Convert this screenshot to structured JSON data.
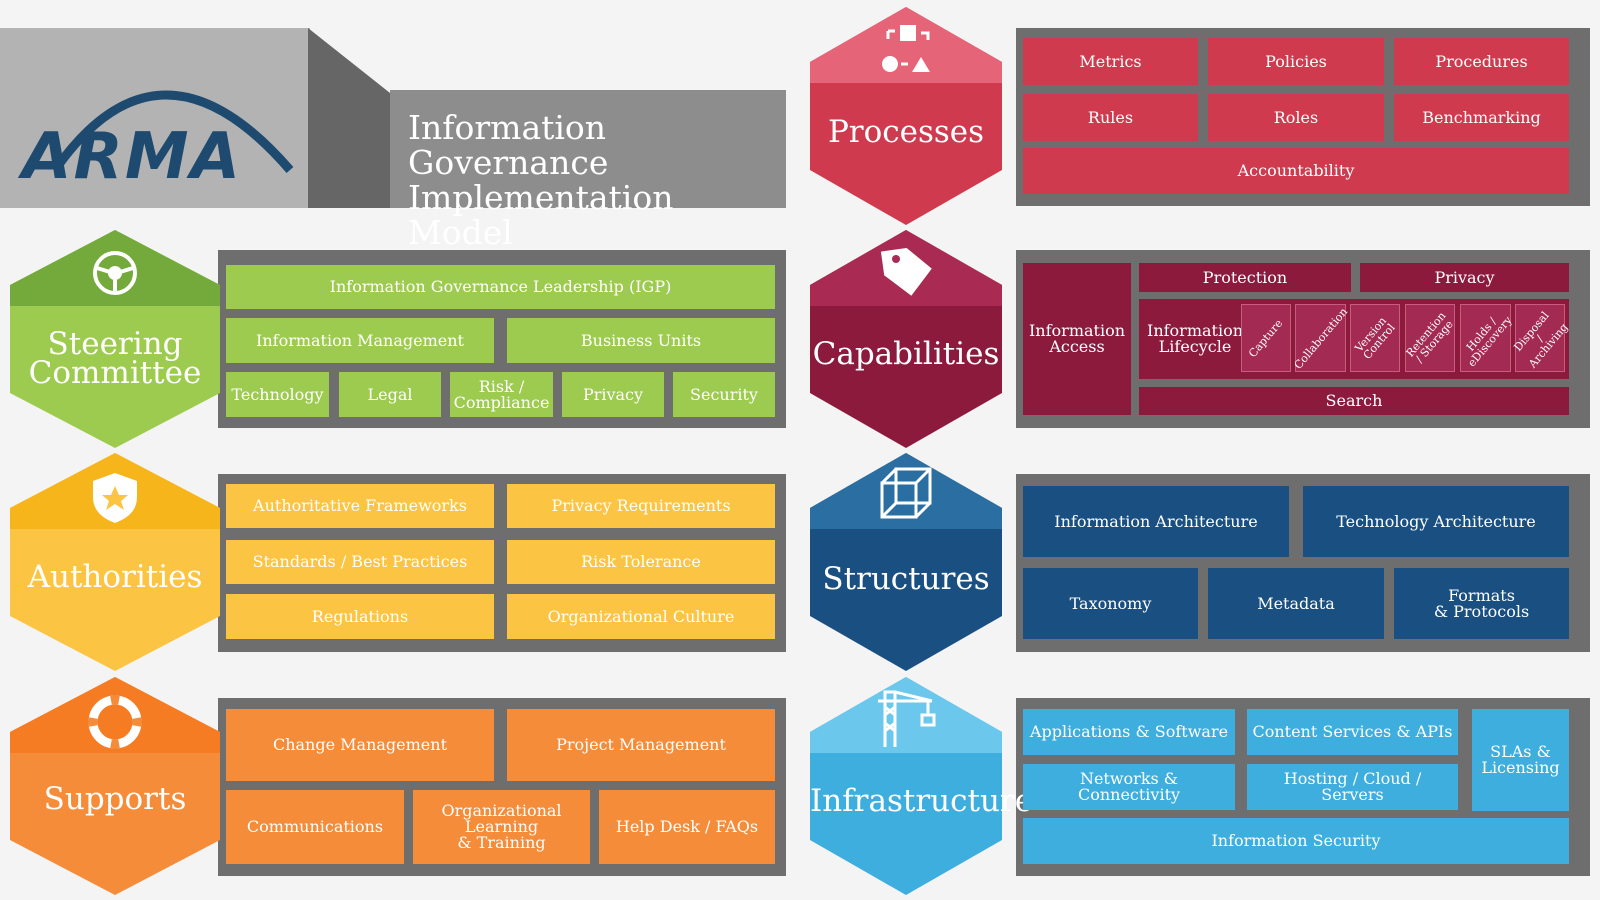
{
  "colors": {
    "green": "#9dcb4f",
    "green_dark": "#74a93b",
    "yellow": "#fcc443",
    "yellow_dark": "#f7b51c",
    "orange": "#f48c3a",
    "orange_dark": "#f57c22",
    "red": "#cf3a4e",
    "red_dark": "#e56477",
    "maroon": "#8b1a3c",
    "maroon_dark": "#a92a53",
    "navy": "#1a4f82",
    "navy_dark": "#2b6fa2",
    "cyan": "#3eaede",
    "cyan_dark": "#6bc8ec",
    "band": "#6e6e6e",
    "logo": "#1f4a70"
  },
  "header": {
    "logo_text": "ARMA",
    "title": "Information Governance\nImplementation Model"
  },
  "steering": {
    "title": "Steering\nCommittee",
    "icon": "steering-wheel-icon",
    "items": [
      "Information Governance Leadership (IGP)",
      "Information Management",
      "Business Units",
      "Technology",
      "Legal",
      "Risk /\nCompliance",
      "Privacy",
      "Security"
    ]
  },
  "authorities": {
    "title": "Authorities",
    "icon": "shield-star-icon",
    "items": [
      "Authoritative Frameworks",
      "Privacy Requirements",
      "Standards / Best Practices",
      "Risk Tolerance",
      "Regulations",
      "Organizational Culture"
    ]
  },
  "supports": {
    "title": "Supports",
    "icon": "lifebuoy-icon",
    "items": [
      "Change Management",
      "Project Management",
      "Communications",
      "Organizational\nLearning\n& Training",
      "Help Desk / FAQs"
    ]
  },
  "processes": {
    "title": "Processes",
    "icon": "process-shapes-icon",
    "items": [
      "Metrics",
      "Policies",
      "Procedures",
      "Rules",
      "Roles",
      "Benchmarking",
      "Accountability"
    ]
  },
  "capabilities": {
    "title": "Capabilities",
    "icon": "tag-icon",
    "items": [
      "Information\nAccess",
      "Protection",
      "Privacy",
      "Information\nLifecycle",
      "Search"
    ],
    "lifecycle": [
      "Capture",
      "Collaboration",
      "Version\nControl",
      "Retention\n/ Storage",
      "Holds /\neDiscovery",
      "Disposal /\nArchiving"
    ]
  },
  "structures": {
    "title": "Structures",
    "icon": "cube-icon",
    "items": [
      "Information Architecture",
      "Technology Architecture",
      "Taxonomy",
      "Metadata",
      "Formats\n& Protocols"
    ]
  },
  "infrastructure": {
    "title": "Infrastructure",
    "icon": "crane-icon",
    "items": [
      "Applications & Software",
      "Content Services & APIs",
      "SLAs &\nLicensing",
      "Networks & Connectivity",
      "Hosting / Cloud / Servers",
      "Information Security"
    ]
  }
}
